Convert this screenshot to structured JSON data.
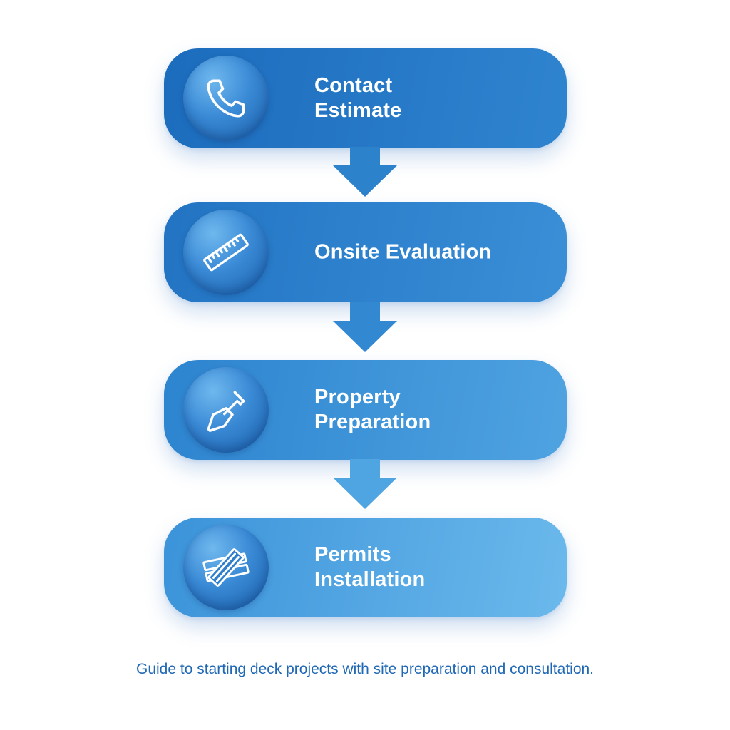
{
  "steps": [
    {
      "lines": [
        "Contact",
        "Estimate"
      ],
      "icon": "phone-icon"
    },
    {
      "lines": [
        "Onsite Evaluation"
      ],
      "icon": "ruler-icon"
    },
    {
      "lines": [
        "Property",
        "Preparation"
      ],
      "icon": "shovel-icon"
    },
    {
      "lines": [
        "Permits",
        "Installation"
      ],
      "icon": "lumber-planks-icon"
    }
  ],
  "caption": "Guide to starting deck projects with site preparation and consultation.",
  "colors": {
    "step_1": "#1c6cbd",
    "step_2": "#2274c3",
    "step_3": "#2d84cf",
    "step_4": "#3b93d9",
    "arrow": "#2d82cc",
    "caption_text": "#1f68b5"
  }
}
